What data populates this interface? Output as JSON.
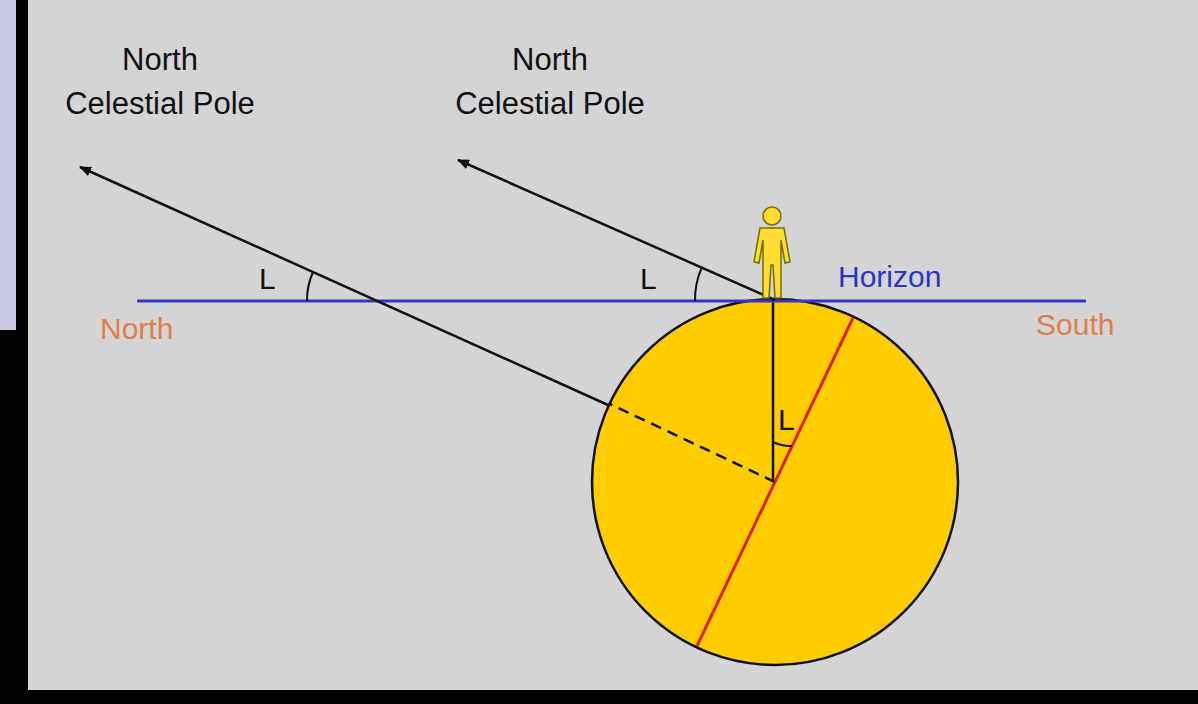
{
  "diagram": {
    "labels": [
      "North Celestial Pole",
      "North Celestial Pole",
      "L",
      "L",
      "L",
      "Horizon",
      "North",
      "South"
    ]
  }
}
